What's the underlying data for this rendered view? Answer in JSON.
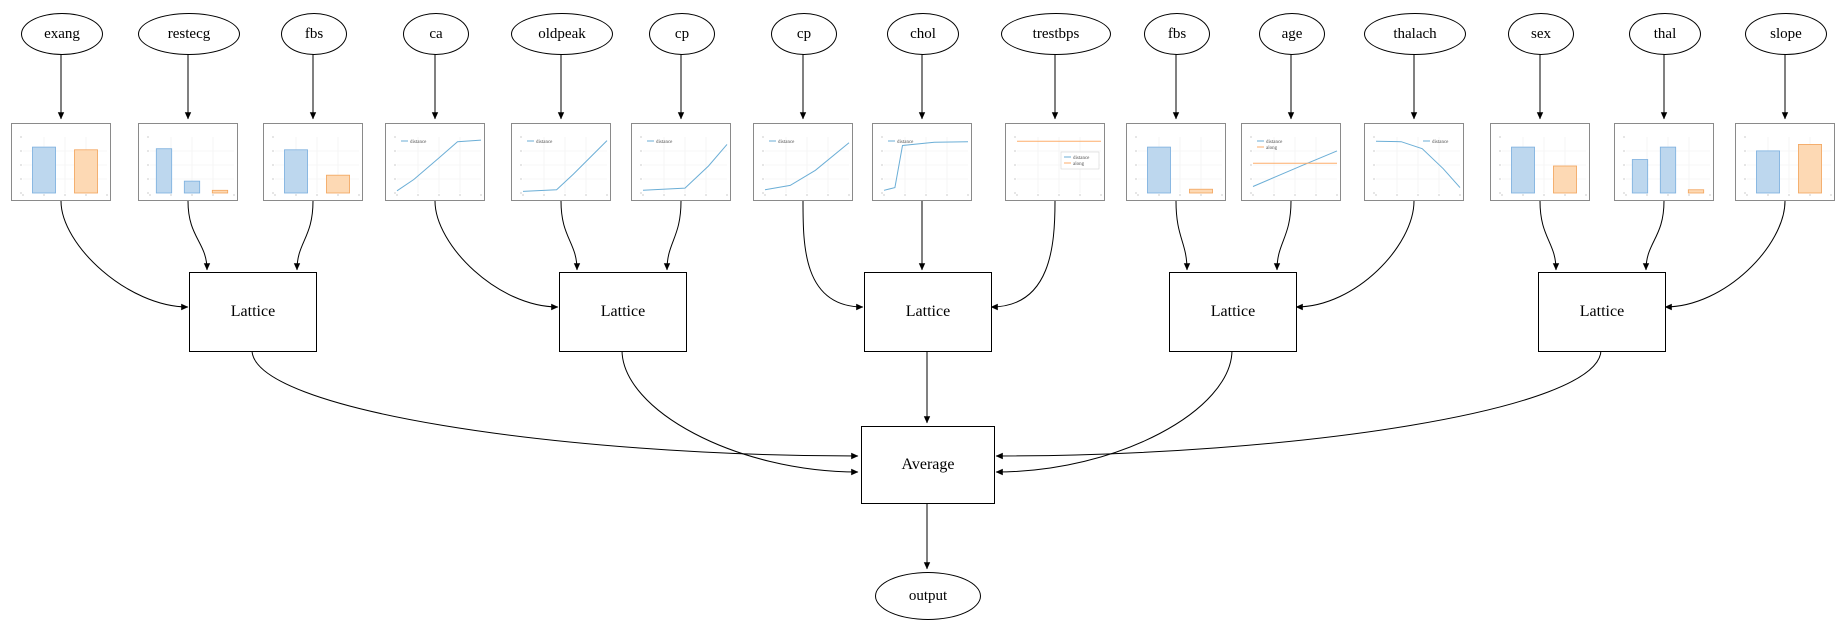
{
  "diagram": {
    "inputs": [
      {
        "label": "exang",
        "plot": {
          "type": "bar",
          "bars": [
            {
              "c": "blue",
              "v": 0.85
            },
            {
              "c": "orange",
              "v": 0.8
            }
          ]
        }
      },
      {
        "label": "restecg",
        "plot": {
          "type": "bar",
          "bars": [
            {
              "c": "blue",
              "v": 0.82
            },
            {
              "c": "blue",
              "v": 0.22
            },
            {
              "c": "orange",
              "v": 0.05
            }
          ]
        }
      },
      {
        "label": "fbs",
        "plot": {
          "type": "bar",
          "bars": [
            {
              "c": "blue",
              "v": 0.8
            },
            {
              "c": "orange",
              "v": 0.33
            }
          ]
        }
      },
      {
        "label": "ca",
        "plot": {
          "type": "line",
          "legend": [
            "distance"
          ],
          "legendPos": "tl",
          "series": [
            {
              "c": "blue",
              "pts": [
                [
                  0,
                  0.04
                ],
                [
                  0.2,
                  0.25
                ],
                [
                  0.5,
                  0.65
                ],
                [
                  0.72,
                  0.95
                ],
                [
                  1,
                  0.98
                ]
              ]
            }
          ]
        }
      },
      {
        "label": "oldpeak",
        "plot": {
          "type": "line",
          "legend": [
            "distance"
          ],
          "legendPos": "tl",
          "series": [
            {
              "c": "blue",
              "pts": [
                [
                  0,
                  0.03
                ],
                [
                  0.4,
                  0.06
                ],
                [
                  0.6,
                  0.35
                ],
                [
                  1,
                  0.97
                ]
              ]
            }
          ]
        }
      },
      {
        "label": "cp",
        "plot": {
          "type": "line",
          "legend": [
            "distance"
          ],
          "legendPos": "tl",
          "series": [
            {
              "c": "blue",
              "pts": [
                [
                  0,
                  0.05
                ],
                [
                  0.5,
                  0.09
                ],
                [
                  0.78,
                  0.5
                ],
                [
                  1,
                  0.9
                ]
              ]
            }
          ]
        }
      },
      {
        "label": "cp",
        "plot": {
          "type": "line",
          "legend": [
            "distance"
          ],
          "legendPos": "tl",
          "series": [
            {
              "c": "blue",
              "pts": [
                [
                  0,
                  0.06
                ],
                [
                  0.3,
                  0.14
                ],
                [
                  0.6,
                  0.42
                ],
                [
                  1,
                  0.93
                ]
              ]
            }
          ]
        }
      },
      {
        "label": "chol",
        "plot": {
          "type": "line",
          "legend": [
            "distance"
          ],
          "legendPos": "tl",
          "series": [
            {
              "c": "blue",
              "pts": [
                [
                  0,
                  0.05
                ],
                [
                  0.13,
                  0.1
                ],
                [
                  0.22,
                  0.88
                ],
                [
                  0.6,
                  0.94
                ],
                [
                  1,
                  0.95
                ]
              ]
            }
          ]
        }
      },
      {
        "label": "trestbps",
        "plot": {
          "type": "line",
          "legend": [
            "distance",
            "along"
          ],
          "legendPos": "mr",
          "series": [
            {
              "c": "orange",
              "pts": [
                [
                  0,
                  0.96
                ],
                [
                  1,
                  0.96
                ]
              ]
            }
          ]
        }
      },
      {
        "label": "fbs",
        "plot": {
          "type": "bar",
          "bars": [
            {
              "c": "blue",
              "v": 0.85
            },
            {
              "c": "orange",
              "v": 0.07
            }
          ]
        }
      },
      {
        "label": "age",
        "plot": {
          "type": "line",
          "legend": [
            "distance",
            "along"
          ],
          "legendPos": "tl",
          "series": [
            {
              "c": "blue",
              "pts": [
                [
                  0,
                  0.12
                ],
                [
                  0.3,
                  0.32
                ],
                [
                  0.6,
                  0.52
                ],
                [
                  1,
                  0.78
                ]
              ]
            },
            {
              "c": "orange",
              "pts": [
                [
                  0,
                  0.55
                ],
                [
                  1,
                  0.55
                ]
              ]
            }
          ]
        }
      },
      {
        "label": "thalach",
        "plot": {
          "type": "line",
          "legend": [
            "distance"
          ],
          "legendPos": "tr",
          "series": [
            {
              "c": "blue",
              "pts": [
                [
                  0,
                  0.96
                ],
                [
                  0.3,
                  0.95
                ],
                [
                  0.55,
                  0.82
                ],
                [
                  0.8,
                  0.45
                ],
                [
                  1,
                  0.1
                ]
              ]
            }
          ]
        }
      },
      {
        "label": "sex",
        "plot": {
          "type": "bar",
          "bars": [
            {
              "c": "blue",
              "v": 0.85
            },
            {
              "c": "orange",
              "v": 0.5
            }
          ]
        }
      },
      {
        "label": "thal",
        "plot": {
          "type": "bar",
          "bars": [
            {
              "c": "blue",
              "v": 0.62
            },
            {
              "c": "blue",
              "v": 0.85
            },
            {
              "c": "orange",
              "v": 0.06
            }
          ]
        }
      },
      {
        "label": "slope",
        "plot": {
          "type": "bar",
          "bars": [
            {
              "c": "blue",
              "v": 0.78
            },
            {
              "c": "orange",
              "v": 0.9
            }
          ]
        }
      }
    ],
    "groups": [
      [
        0,
        1,
        2
      ],
      [
        3,
        4,
        5
      ],
      [
        6,
        7,
        8
      ],
      [
        9,
        10,
        11
      ],
      [
        12,
        13,
        14
      ]
    ],
    "lattices": [
      {
        "label": "Lattice"
      },
      {
        "label": "Lattice"
      },
      {
        "label": "Lattice"
      },
      {
        "label": "Lattice"
      },
      {
        "label": "Lattice"
      }
    ],
    "average_label": "Average",
    "output_label": "output",
    "colors": {
      "bar_blue_fill": "#bdd7ee",
      "bar_blue_edge": "#7bafde",
      "bar_orange_fill": "#fdd9b4",
      "bar_orange_edge": "#f2a45c",
      "line_blue": "#6baed6",
      "line_orange": "#fdae6b",
      "edge_stroke": "#000000"
    }
  }
}
